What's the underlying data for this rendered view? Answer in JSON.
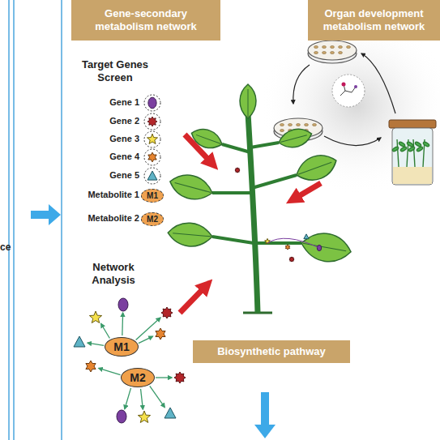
{
  "diagram": {
    "nodes": [
      {
        "text": [
          "Gene-secondary metabolism network"
        ]
      },
      {
        "text": [
          "Organ development metabolism network"
        ]
      },
      {
        "text": [
          "M1"
        ]
      },
      {
        "text": [
          "M2"
        ]
      },
      {
        "text": [
          "M1"
        ]
      },
      {
        "text": [
          "M2"
        ]
      },
      {
        "text": [
          "Biosynthetic pathway"
        ]
      }
    ],
    "labels": [
      "Target Genes Screen",
      "Gene 1",
      "Gene 2",
      "Gene 3",
      "Gene 4",
      "Gene 5",
      "Metabolite 1",
      "Metabolite 2",
      "Network Analysis",
      "ce"
    ]
  }
}
